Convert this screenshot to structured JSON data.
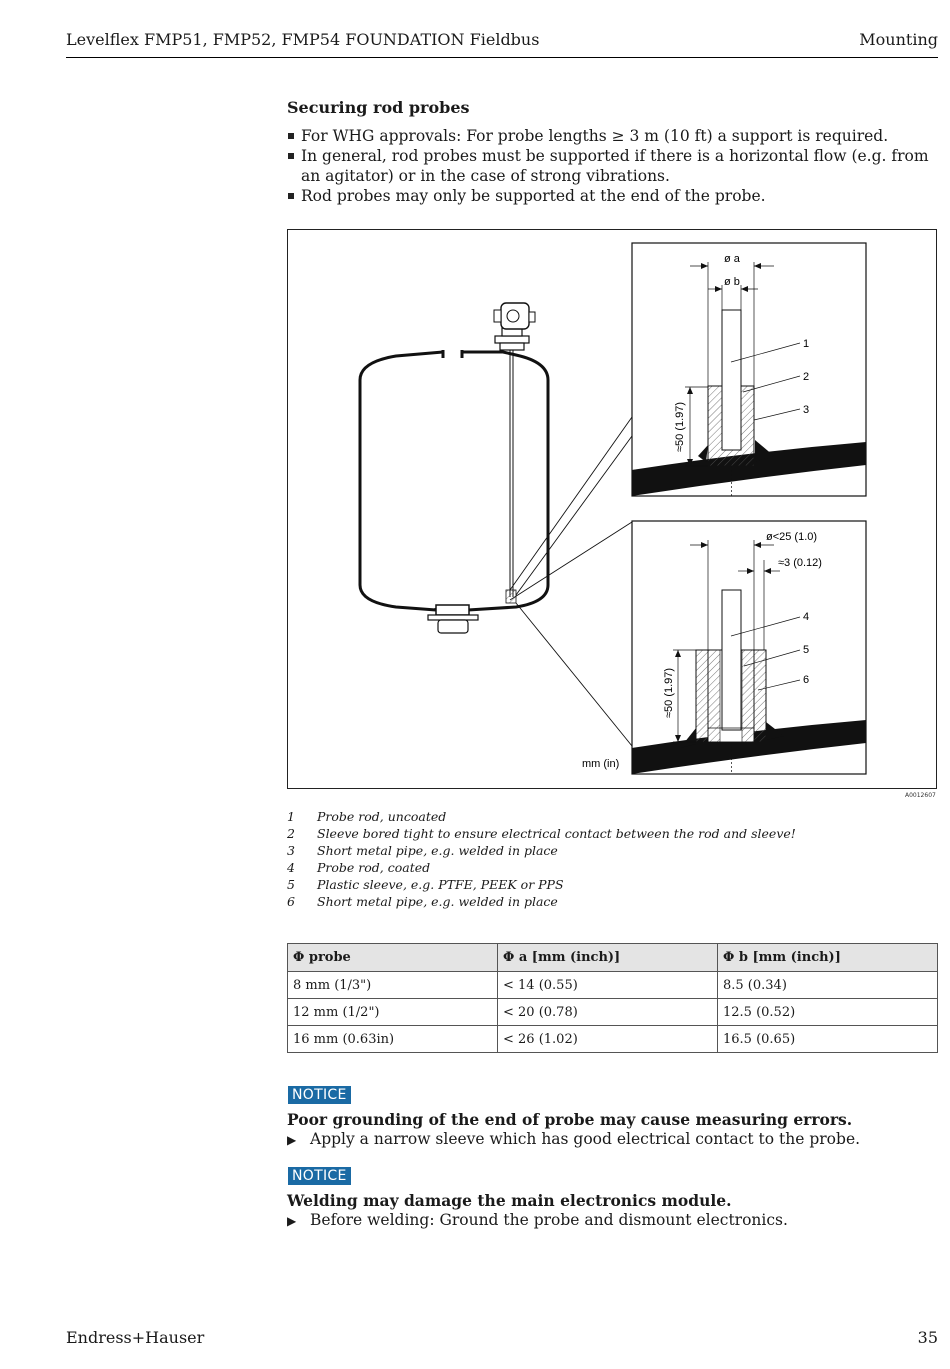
{
  "header": {
    "title": "Levelflex FMP51, FMP52, FMP54 FOUNDATION Fieldbus",
    "section": "Mounting"
  },
  "section": {
    "heading": "Securing rod probes",
    "bullets": [
      "For WHG approvals: For probe lengths ≥ 3 m (10 ft) a support is required.",
      "In general, rod probes must be supported if there is a horizontal flow (e.g. from an agitator) or in the case of strong vibrations.",
      "Rod probes may only be supported at the end of the probe."
    ]
  },
  "figure": {
    "id": "A0012607",
    "units_label": "mm (in)",
    "top_detail": {
      "dim_a": "ø a",
      "dim_b": "ø b",
      "height": "≈50 (1.97)",
      "callouts": [
        "1",
        "2",
        "3"
      ]
    },
    "bottom_detail": {
      "dim_outer": "ø<25 (1.0)",
      "dim_gap": "≈3 (0.12)",
      "height": "≈50 (1.97)",
      "callouts": [
        "4",
        "5",
        "6"
      ]
    }
  },
  "legend": [
    {
      "num": "1",
      "text": "Probe rod, uncoated"
    },
    {
      "num": "2",
      "text": "Sleeve bored tight to ensure electrical contact between the rod and sleeve!"
    },
    {
      "num": "3",
      "text": "Short metal pipe, e.g. welded in place"
    },
    {
      "num": "4",
      "text": "Probe rod, coated"
    },
    {
      "num": "5",
      "text": "Plastic sleeve, e.g. PTFE, PEEK or PPS"
    },
    {
      "num": "6",
      "text": "Short metal pipe, e.g. welded in place"
    }
  ],
  "table": {
    "headers": [
      "Φ probe",
      "Φ a [mm (inch)]",
      "Φ b [mm (inch)]"
    ],
    "rows": [
      [
        "8 mm (1/3\")",
        "< 14 (0.55)",
        "8.5 (0.34)"
      ],
      [
        "12 mm (1/2\")",
        "< 20 (0.78)",
        "12.5 (0.52)"
      ],
      [
        "16 mm (0.63in)",
        "< 26 (1.02)",
        "16.5 (0.65)"
      ]
    ]
  },
  "notices": [
    {
      "label": "NOTICE",
      "title": "Poor grounding of the end of probe may cause measuring errors.",
      "action": "Apply a narrow sleeve which has good electrical contact to the probe."
    },
    {
      "label": "NOTICE",
      "title": "Welding may damage the main electronics module.",
      "action": "Before welding: Ground the probe and dismount electronics."
    }
  ],
  "footer": {
    "brand": "Endress+Hauser",
    "page": "35"
  },
  "colors": {
    "notice_bg": "#1a6aa4",
    "table_header_bg": "#e4e4e4"
  }
}
